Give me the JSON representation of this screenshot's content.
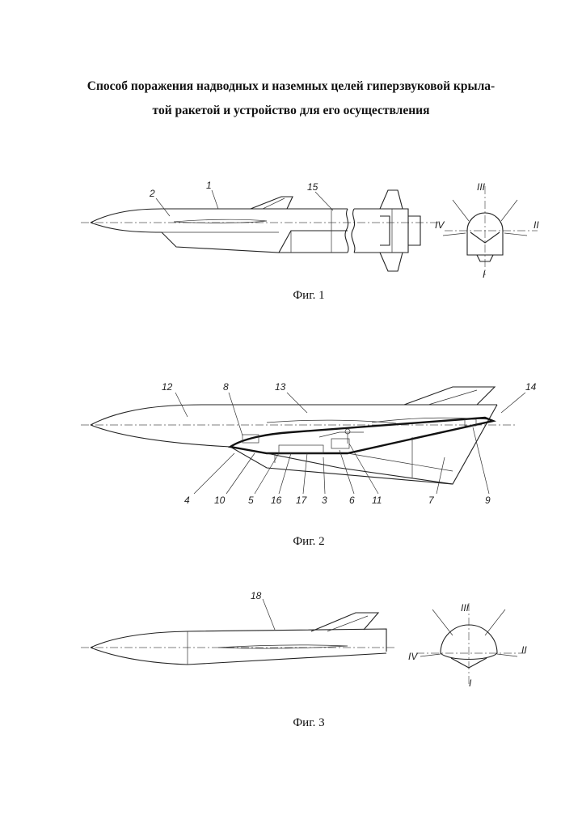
{
  "title": {
    "line1": "Способ поражения надводных и наземных целей гиперзвуковой крыла-",
    "line2": "той ракетой и устройство для его осуществления"
  },
  "figures": [
    {
      "caption": "Фиг. 1",
      "labels": {
        "l1": "1",
        "l2": "2",
        "l15": "15",
        "I": "I",
        "II": "II",
        "III": "III",
        "IV": "IV"
      }
    },
    {
      "caption": "Фиг. 2",
      "labels": {
        "l12": "12",
        "l13": "13",
        "l14": "14",
        "l8": "8",
        "l4": "4",
        "l10": "10",
        "l5": "5",
        "l16": "16",
        "l17": "17",
        "l3": "3",
        "l6": "6",
        "l11": "11",
        "l7": "7",
        "l9": "9"
      }
    },
    {
      "caption": "Фиг. 3",
      "labels": {
        "l18": "18",
        "I": "I",
        "II": "II",
        "III": "III",
        "IV": "IV"
      }
    }
  ]
}
